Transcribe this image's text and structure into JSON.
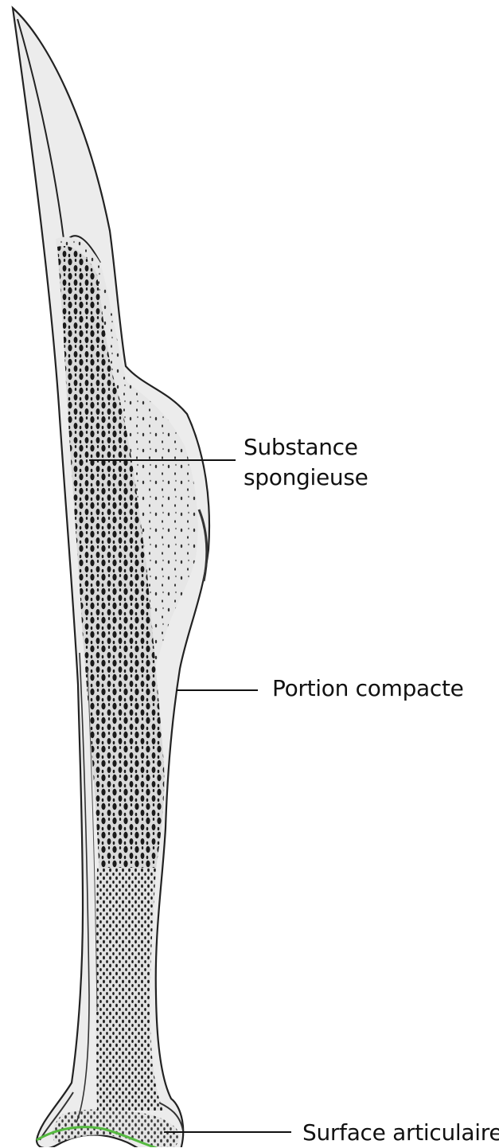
{
  "labels": {
    "spongy_line1": "Substance",
    "spongy_line2": "spongieuse",
    "compact": "Portion compacte",
    "articular": "Surface articulaire"
  },
  "colors": {
    "bone_fill": "#ececec",
    "outline": "#222222",
    "spongy_texture": "#1a1a1a",
    "articular_surface": "#55b940",
    "leader_line": "#111111",
    "background": "#ffffff"
  }
}
